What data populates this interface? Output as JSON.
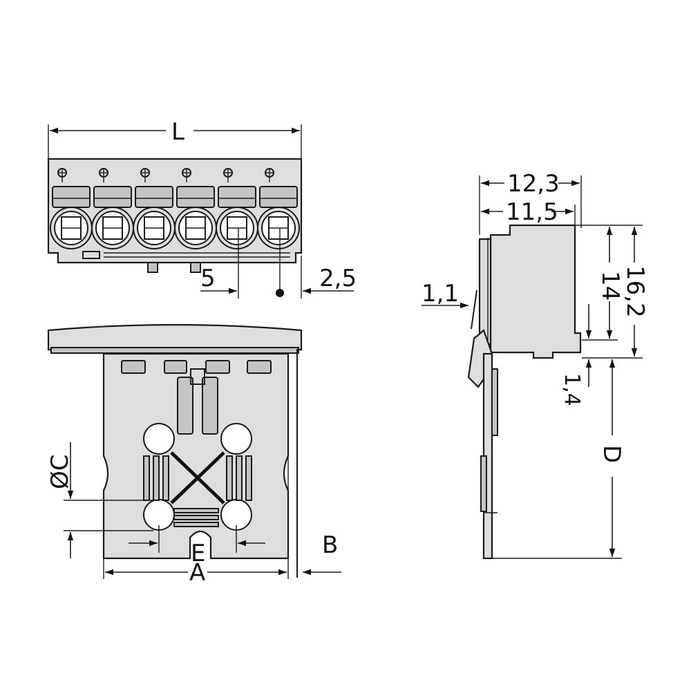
{
  "dimensions": {
    "L": "L",
    "pitch": "5",
    "offset": "2,5",
    "A": "A",
    "B": "B",
    "C": "ØC",
    "D": "D",
    "E": "E",
    "width_outer": "12,3",
    "width_inner": "11,5",
    "height_total": "16,2",
    "height_body": "14",
    "step": "1,1",
    "foot": "1,4"
  }
}
